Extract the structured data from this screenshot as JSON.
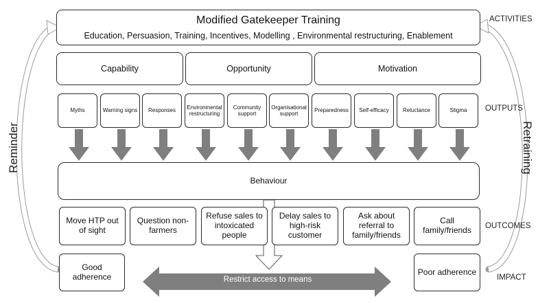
{
  "activities": {
    "title": "Modified Gatekeeper Training",
    "subtitle": "Education, Persuasion, Training, Incentives, Modelling , Environmental restructuring, Enablement"
  },
  "com_b": [
    "Capability",
    "Opportunity",
    "Motivation"
  ],
  "outputs": [
    "Myths",
    "Warning signs",
    "Responses",
    "Environmental restructuring",
    "Community support",
    "Organisational support",
    "Preparedness",
    "Self-efficacy",
    "Reluctance",
    "Stigma"
  ],
  "behaviour": "Behaviour",
  "outcomes": [
    "Move HTP out of sight",
    "Question non-farmers",
    "Refuse sales to intoxicated people",
    "Delay sales to high-risk customer",
    "Ask about referral to family/friends",
    "Call family/friends"
  ],
  "impact": {
    "good": "Good adherence",
    "poor": "Poor adherence",
    "means": "Restrict access to means"
  },
  "labels": {
    "activities": "ACTIVITIES",
    "outputs": "OUTPUTS",
    "outcomes": "OUTCOMES",
    "impact": "IMPACT",
    "reminder": "Reminder",
    "retraining": "Retraining"
  },
  "colors": {
    "arrow_fill": "#7f7f7f",
    "box_border": "#2b2b2b"
  }
}
